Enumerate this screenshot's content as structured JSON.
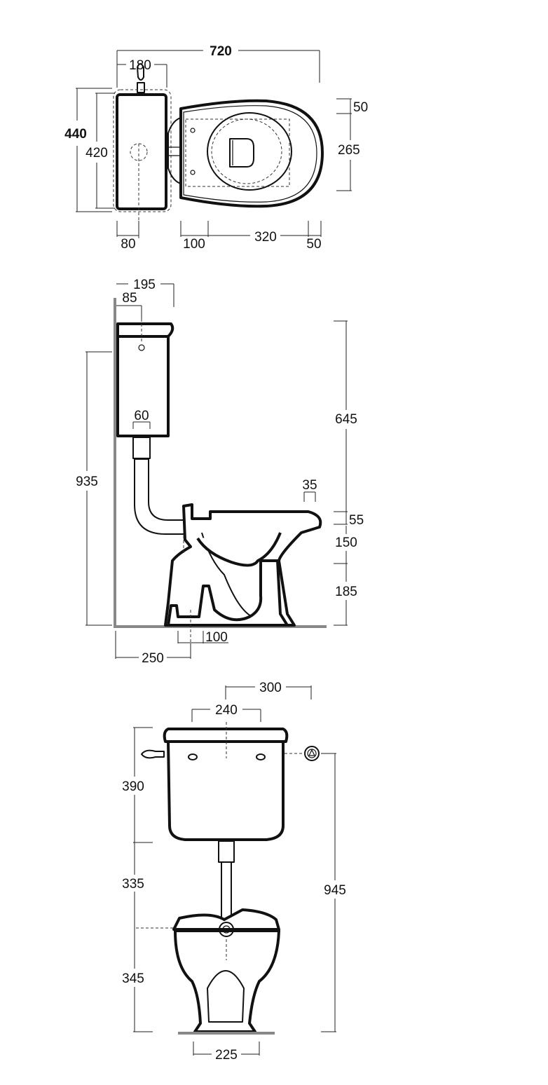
{
  "views": {
    "top": {
      "labels": {
        "overall_width": "720",
        "tank_width": "180",
        "overall_depth": "440",
        "tank_depth": "420",
        "seat_offset": "50",
        "seat_depth": "265",
        "outlet_offset": "80",
        "wall_to_hinge": "100",
        "hinge_to_front": "320",
        "front_margin": "50"
      }
    },
    "side": {
      "labels": {
        "tank_top_depth": "195",
        "wall_to_valve": "85",
        "flush_pipe": "60",
        "cistern_height": "935",
        "cistern_to_rim": "645",
        "rim_lip": "35",
        "rim_height": "55",
        "bowl_height": "150",
        "base_height": "185",
        "outlet_floor": "100",
        "outlet_wall": "250"
      }
    },
    "front": {
      "labels": {
        "tank_width": "300",
        "fixing_centres": "240",
        "tank_height": "390",
        "pipe_length": "335",
        "pan_height": "345",
        "supply_height": "945",
        "base_width": "225"
      }
    }
  },
  "colors": {
    "line": "#111111",
    "floor": "#888888",
    "background": "#ffffff"
  }
}
